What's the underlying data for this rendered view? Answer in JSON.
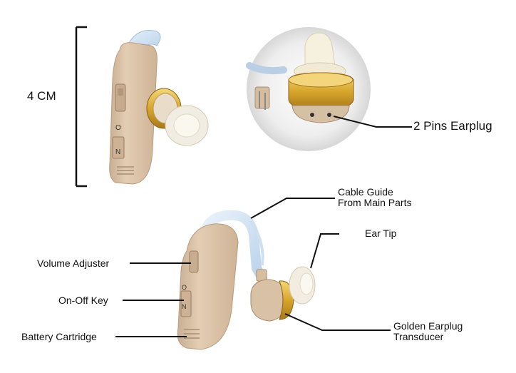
{
  "diagram": {
    "scale": {
      "label": "4 CM"
    },
    "callouts": {
      "pins": "2 Pins Earplug",
      "cable_guide": "Cable Guide\nFrom Main Parts",
      "ear_tip": "Ear Tip",
      "volume": "Volume Adjuster",
      "onoff": "On-Off Key",
      "battery": "Battery Cartridge",
      "earplug": "Golden Earplug\nTransducer"
    },
    "switch_marks": {
      "on": "O",
      "off": "N"
    }
  },
  "colors": {
    "body": "#dcc3a7",
    "body_dark": "#c3a68a",
    "gold": "#d4a22a",
    "gold_light": "#f0cd68",
    "tube": "#cfe1f2",
    "eartip": "#f4eee1",
    "line": "#111111"
  }
}
